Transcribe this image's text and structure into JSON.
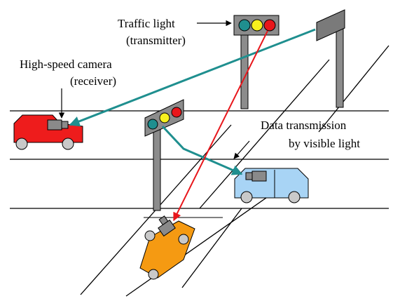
{
  "labels": {
    "traffic_light_line1": "Traffic light",
    "traffic_light_line2": "(transmitter)",
    "camera_line1": "High-speed camera",
    "camera_line2": "(receiver)",
    "data_line1": "Data transmission",
    "data_line2": "by visible light"
  },
  "colors": {
    "red_signal": "#e8161b",
    "teal_signal": "#1f8f8f",
    "red_car": "#ee1c1c",
    "blue_car": "#a8d4f5",
    "orange_car": "#f59a12",
    "pole": "#8c8c8c",
    "camera": "#8a8a8a"
  }
}
